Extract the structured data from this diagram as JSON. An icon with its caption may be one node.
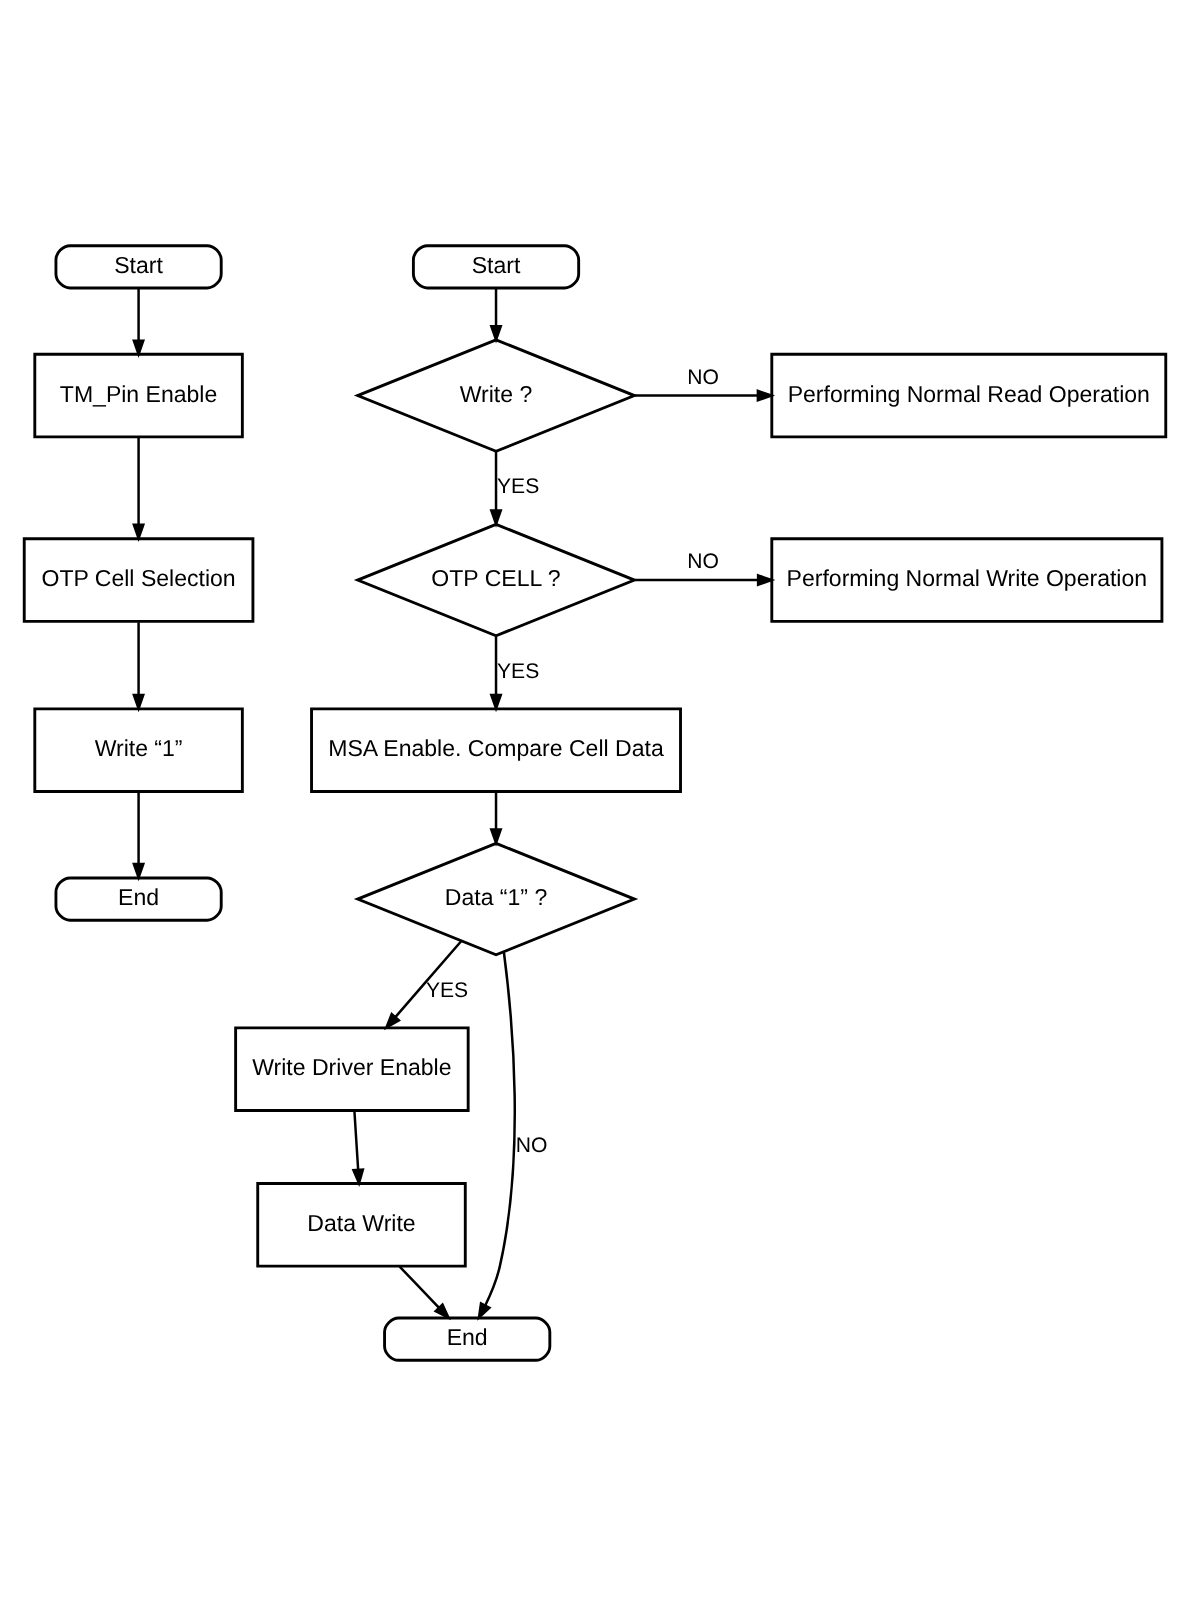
{
  "diagram": {
    "nodes": [
      {
        "text": [
          "Start"
        ]
      },
      {
        "text": [
          "TM_Pin Enable"
        ]
      },
      {
        "text": [
          "OTP Cell Selection"
        ]
      },
      {
        "text": [
          "Write “1”"
        ]
      },
      {
        "text": [
          "End"
        ]
      },
      {
        "text": [
          "Start"
        ]
      },
      {
        "text": [
          "Write ?"
        ]
      },
      {
        "text": [
          "Performing Normal Read Operation"
        ]
      },
      {
        "text": [
          "OTP CELL ?"
        ]
      },
      {
        "text": [
          "Performing Normal Write Operation"
        ]
      },
      {
        "text": [
          "MSA Enable. Compare Cell Data"
        ]
      },
      {
        "text": [
          "Data “1” ?"
        ]
      },
      {
        "text": [
          "Write Driver Enable"
        ]
      },
      {
        "text": [
          "Data Write"
        ]
      },
      {
        "text": [
          "End"
        ]
      }
    ],
    "edges": [
      {
        "from": 0,
        "to": 1,
        "arrow": "to"
      },
      {
        "from": 1,
        "to": 2,
        "arrow": "to"
      },
      {
        "from": 2,
        "to": 3,
        "arrow": "to"
      },
      {
        "from": 3,
        "to": 4,
        "arrow": "to"
      },
      {
        "from": 5,
        "to": 6,
        "arrow": "to"
      },
      {
        "from": 6,
        "to": 7,
        "arrow": "to",
        "label": "NO"
      },
      {
        "from": 6,
        "to": 8,
        "arrow": "to",
        "label": "YES"
      },
      {
        "from": 8,
        "to": 9,
        "arrow": "to",
        "label": "NO"
      },
      {
        "from": 8,
        "to": 10,
        "arrow": "to",
        "label": "YES"
      },
      {
        "from": 10,
        "to": 11,
        "arrow": "to"
      },
      {
        "from": 11,
        "to": 14,
        "arrow": "to",
        "label": "NO"
      },
      {
        "from": 11,
        "to": 12,
        "arrow": "to",
        "label": "YES"
      },
      {
        "from": 12,
        "to": 13,
        "arrow": "to"
      },
      {
        "from": 13,
        "to": 14,
        "arrow": "to"
      }
    ]
  }
}
